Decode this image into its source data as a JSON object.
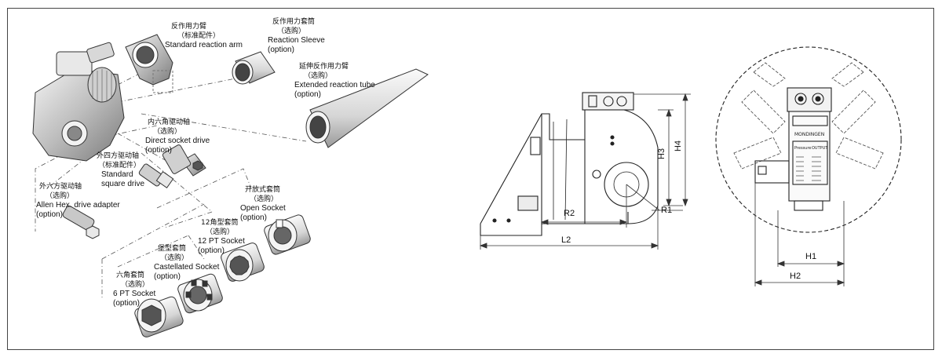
{
  "parts": [
    {
      "cn": "反作用力臂",
      "cn2": "（标准配件）",
      "en": "Standard reaction arm",
      "en2": ""
    },
    {
      "cn": "反作用力套筒",
      "cn2": "（选购）",
      "en": "Reaction Sleeve",
      "en2": "(option)"
    },
    {
      "cn": "延伸反作用力臂",
      "cn2": "（选购）",
      "en": "Extended reaction tube",
      "en2": "(option)"
    },
    {
      "cn": "内六角驱动轴",
      "cn2": "（选购）",
      "en": "Direct socket drive",
      "en2": "(option)"
    },
    {
      "cn": "外四方驱动轴",
      "cn2": "（标准配件）",
      "en": "Standard",
      "en2": "square drive"
    },
    {
      "cn": "外六方驱动轴",
      "cn2": "（选购）",
      "en": "Allen Hex. drive adapter",
      "en2": "(option)"
    },
    {
      "cn": "开放式套筒",
      "cn2": "（选购）",
      "en": "Open Socket",
      "en2": "(option)"
    },
    {
      "cn": "12角型套筒",
      "cn2": "（选购）",
      "en": "12 PT Socket",
      "en2": "(option)"
    },
    {
      "cn": "堡型套筒",
      "cn2": "（选购）",
      "en": "Castellated Socket",
      "en2": "(option)"
    },
    {
      "cn": "六角套筒",
      "cn2": "（选购）",
      "en": "6 PT Socket",
      "en2": "(option)"
    }
  ],
  "dimensions": {
    "r1": "R1",
    "r2": "R2",
    "l2": "L2",
    "h1": "H1",
    "h2": "H2",
    "h3": "H3",
    "h4": "H4"
  },
  "panel_labels": {
    "brand": "MONDINGEN",
    "pressure": "Pressure",
    "output": "OUTPUT"
  }
}
